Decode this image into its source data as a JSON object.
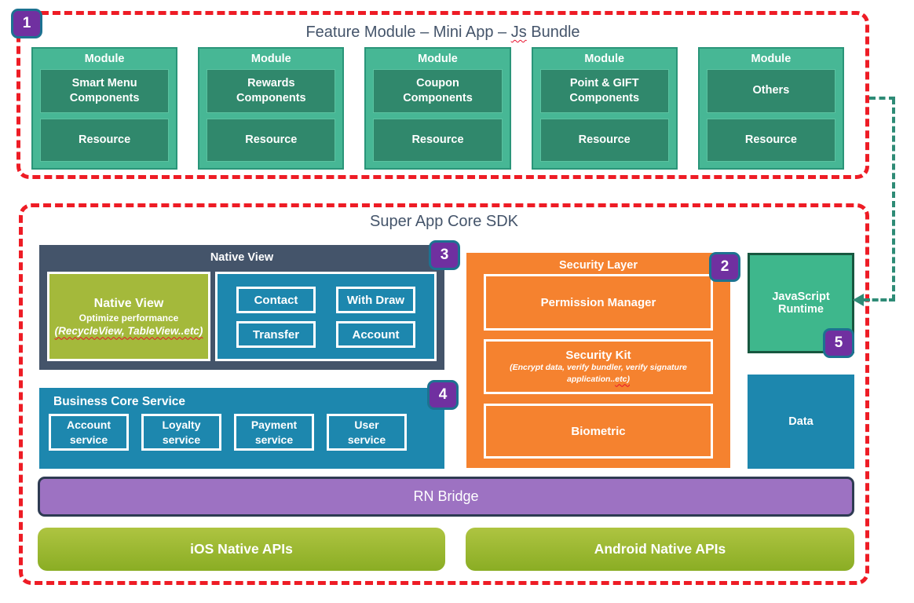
{
  "feature_module": {
    "title_pre": "Feature Module – Mini App – ",
    "title_js": "Js",
    "title_post": " Bundle",
    "badge": "1",
    "modules": [
      {
        "header": "Module",
        "component": "Smart Menu\nComponents",
        "resource": "Resource"
      },
      {
        "header": "Module",
        "component": "Rewards\nComponents",
        "resource": "Resource"
      },
      {
        "header": "Module",
        "component": "Coupon\nComponents",
        "resource": "Resource"
      },
      {
        "header": "Module",
        "component": "Point & GIFT\nComponents",
        "resource": "Resource"
      },
      {
        "header": "Module",
        "component": "Others",
        "resource": "Resource"
      }
    ]
  },
  "core_sdk": {
    "title": "Super App Core SDK",
    "native_view": {
      "badge": "3",
      "header": "Native View",
      "optimized_box": {
        "title": "Native View",
        "subtitle": "Optimize performance",
        "detail": "(RecycleView, TableView..etc)"
      },
      "buttons": [
        "Contact",
        "With Draw",
        "Transfer",
        "Account"
      ]
    },
    "business_core": {
      "badge": "4",
      "title": "Business Core Service",
      "services": [
        "Account\nservice",
        "Loyalty\nservice",
        "Payment\nservice",
        "User\nservice"
      ]
    },
    "security_layer": {
      "badge": "2",
      "title": "Security Layer",
      "permission_manager": "Permission Manager",
      "security_kit_title": "Security Kit",
      "security_kit_sub_pre": "(Encrypt data, verify bundler, verify signature application..",
      "security_kit_sub_etc": "etc)",
      "biometric": "Biometric"
    },
    "js_runtime": {
      "badge": "5",
      "label": "JavaScript\nRuntime"
    },
    "data_label": "Data",
    "rn_bridge_label": "RN Bridge",
    "ios_label": "iOS Native APIs",
    "android_label": "Android Native APIs"
  },
  "colors": {
    "dashed_red": "#ee1c25",
    "connector_green": "#2e8b76",
    "badge_purple": "#7030a0",
    "badge_border": "#1d7291",
    "module_teal": "#47b795",
    "module_teal_dark": "#30886c",
    "slate": "#44546a",
    "blue": "#1d87ae",
    "orange": "#f5822f",
    "olive_green": "#a4b93b",
    "runtime_green": "#3eb78c",
    "bridge_purple": "#9d72c2",
    "api_green": "#9ab831"
  }
}
